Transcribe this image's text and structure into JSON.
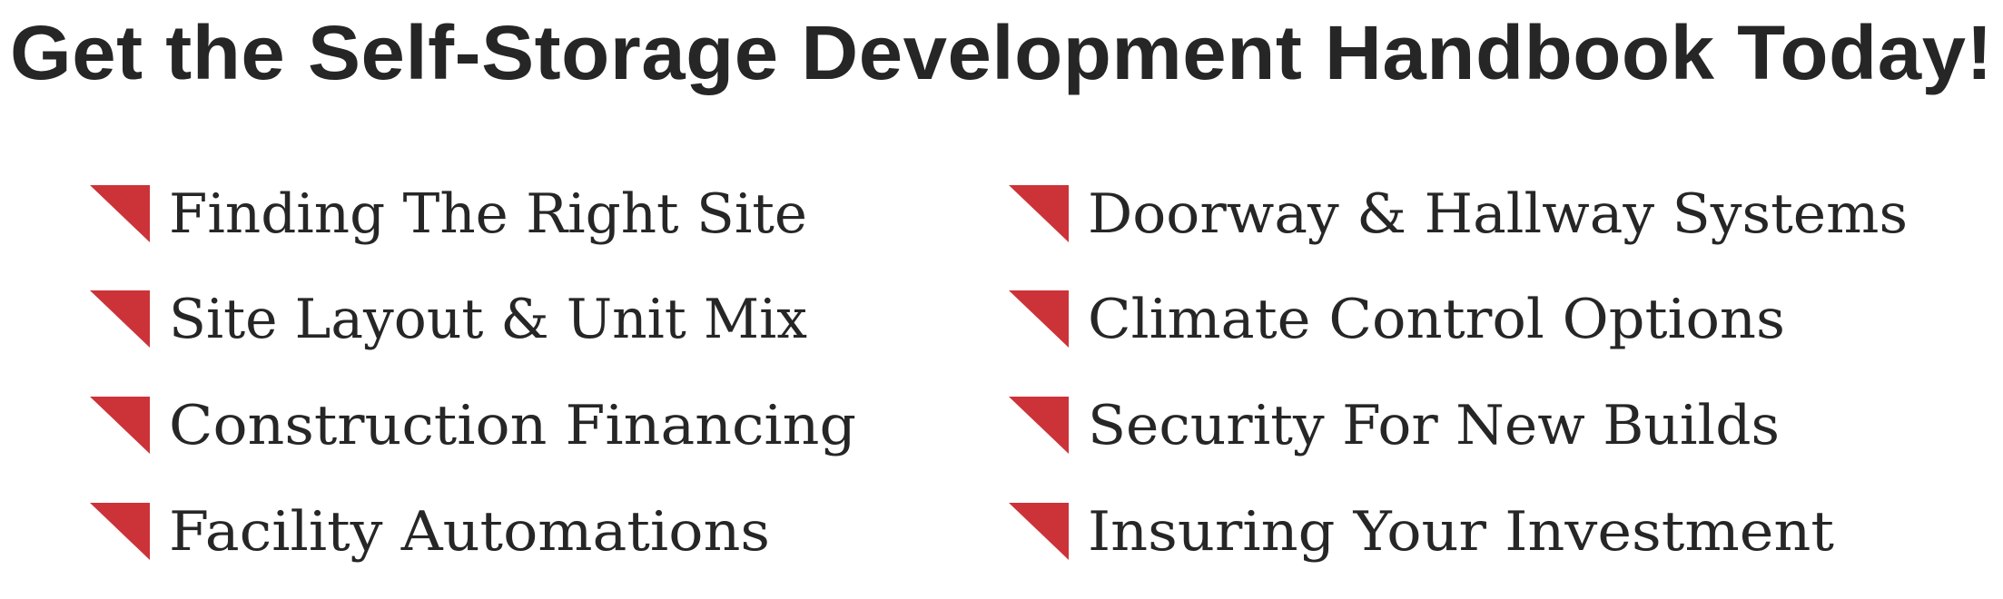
{
  "title": "Get the Self-Storage Development Handbook Today!",
  "accent_color": "#cc3338",
  "bullet_icon": "red-corner-triangle",
  "columns": [
    {
      "items": [
        "Finding The Right Site",
        "Site Layout & Unit Mix",
        "Construction Financing",
        "Facility Automations"
      ]
    },
    {
      "items": [
        "Doorway & Hallway Systems",
        "Climate Control Options",
        "Security For New Builds",
        "Insuring Your Investment"
      ]
    }
  ]
}
